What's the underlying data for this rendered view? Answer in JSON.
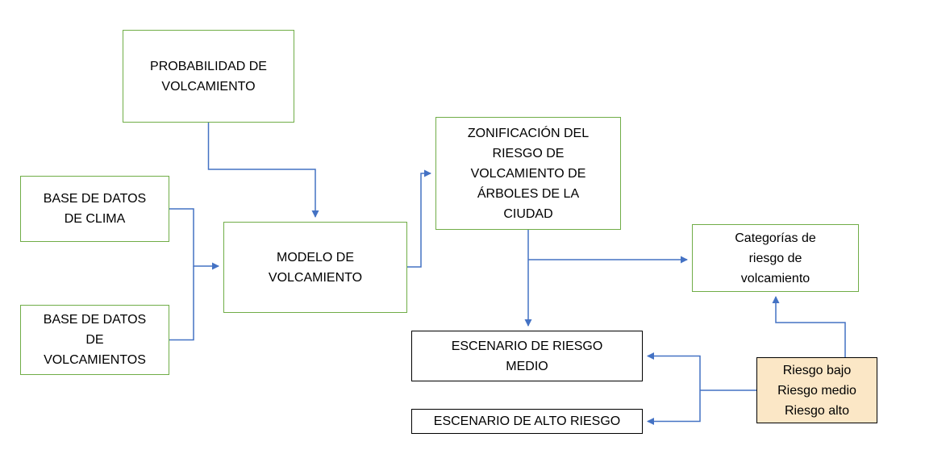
{
  "diagram": {
    "title": "Flowchart: modelo de riesgo de volcamiento de árboles",
    "nodes": {
      "probabilidad": {
        "label": "PROBABILIDAD DE\nVOLCAMIENTO"
      },
      "base_clima": {
        "label": "BASE DE DATOS\nDE CLIMA"
      },
      "base_volcamientos": {
        "label": "BASE DE DATOS\nDE\nVOLCAMIENTOS"
      },
      "modelo": {
        "label": "MODELO DE\nVOLCAMIENTO"
      },
      "zonificacion": {
        "label": "ZONIFICACIÓN DEL\nRIESGO DE\nVOLCAMIENTO DE\nÁRBOLES DE LA\nCIUDAD"
      },
      "categorias": {
        "label": "Categorías de\nriesgo de\nvolcamiento"
      },
      "escenario_medio": {
        "label": "ESCENARIO DE RIESGO\nMEDIO"
      },
      "escenario_alto": {
        "label": "ESCENARIO DE ALTO RIESGO"
      },
      "riesgos": {
        "label": "Riesgo bajo\nRiesgo medio\nRiesgo alto"
      }
    },
    "edges": [
      {
        "from": "probabilidad",
        "to": "modelo"
      },
      {
        "from": "base_clima",
        "to": "modelo"
      },
      {
        "from": "base_volcamientos",
        "to": "modelo"
      },
      {
        "from": "modelo",
        "to": "zonificacion"
      },
      {
        "from": "zonificacion",
        "to": "categorias"
      },
      {
        "from": "zonificacion",
        "to": "escenario_medio"
      },
      {
        "from": "riesgos",
        "to": "escenario_medio"
      },
      {
        "from": "riesgos",
        "to": "escenario_alto"
      },
      {
        "from": "riesgos",
        "to": "categorias"
      }
    ],
    "colors": {
      "green_border": "#70AD47",
      "black_border": "#000000",
      "arrow_blue": "#4472C4",
      "tan_fill": "#FBE7C6",
      "background": "#FFFFFF",
      "text": "#000000"
    }
  }
}
